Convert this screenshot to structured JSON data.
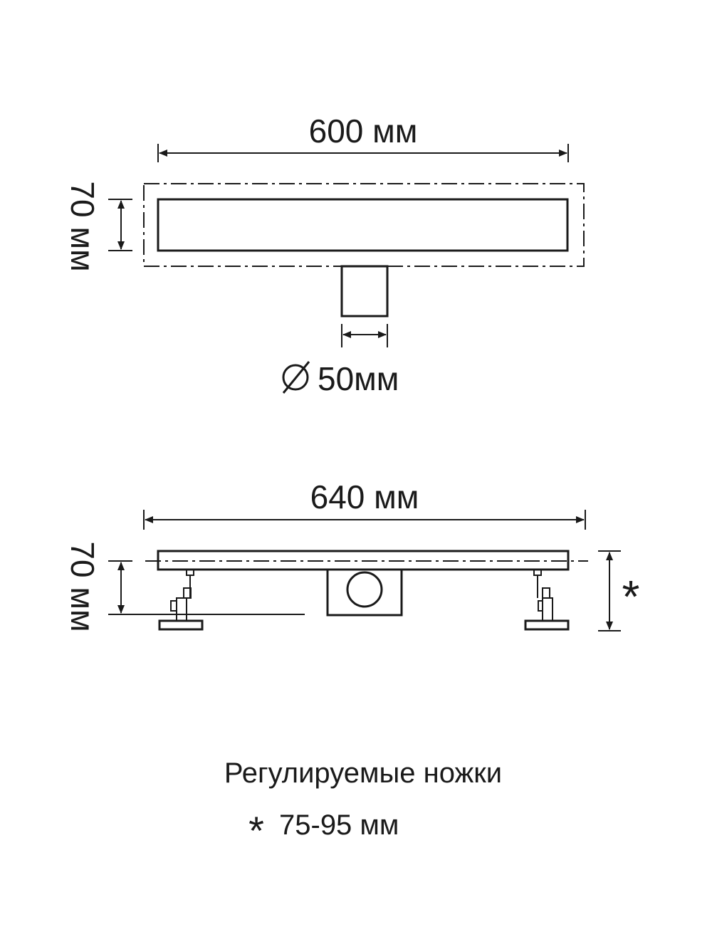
{
  "top_view": {
    "width_label": "600 мм",
    "height_label": "70 мм",
    "outlet_label": "50мм",
    "diameter_symbol": "Ø"
  },
  "side_view": {
    "width_label": "640 мм",
    "height_label": "70 мм",
    "adjust_marker": "*"
  },
  "caption": {
    "line1": "Регулируемые ножки",
    "line2_marker": "*",
    "line2": "75-95 мм"
  },
  "colors": {
    "ink": "#1a1a1a",
    "background": "#ffffff"
  }
}
